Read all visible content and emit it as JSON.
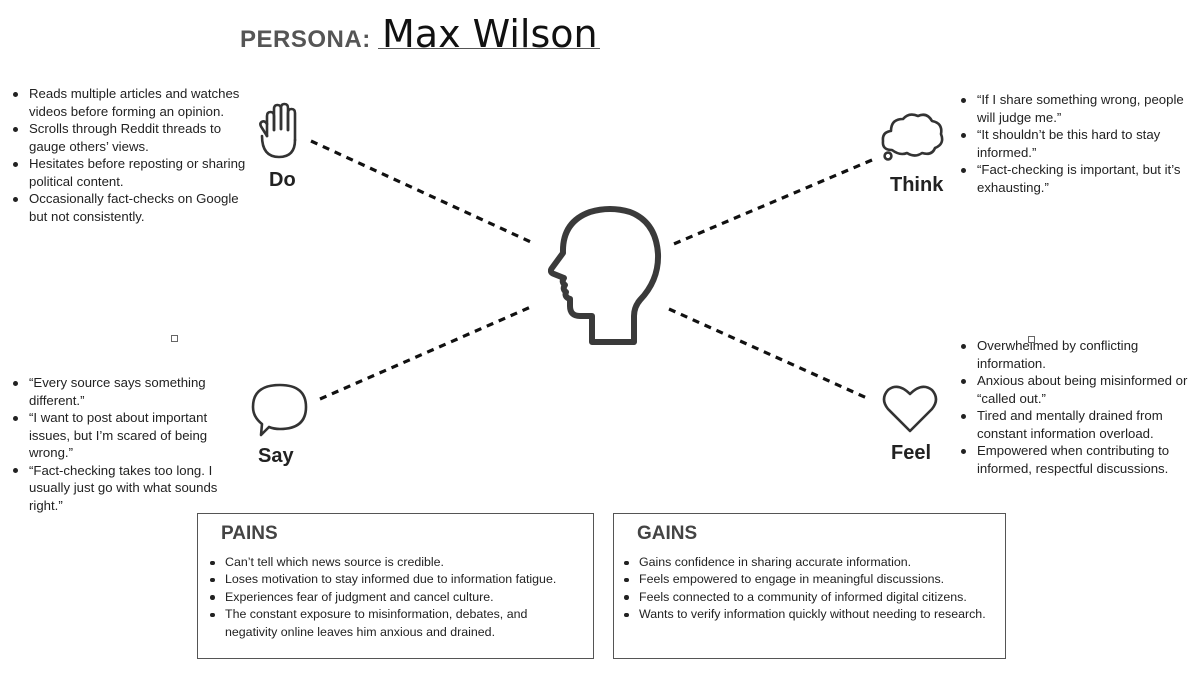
{
  "persona": {
    "label": "PERSONA:",
    "name": "Max Wilson"
  },
  "icons": {
    "center": "head-profile-icon",
    "do": "hand-icon",
    "think": "thought-cloud-icon",
    "say": "speech-bubble-icon",
    "feel": "heart-icon"
  },
  "do": {
    "label": "Do",
    "items": [
      "Reads multiple articles and watches videos before forming an opinion.",
      "Scrolls through Reddit threads to gauge others’ views.",
      "Hesitates before reposting or sharing political content.",
      "Occasionally fact-checks on Google but not consistently."
    ]
  },
  "think": {
    "label": "Think",
    "items": [
      "“If I share something wrong, people will judge me.”",
      "“It shouldn’t be this hard to stay informed.”",
      "“Fact-checking is important, but it’s exhausting.”"
    ]
  },
  "say": {
    "label": "Say",
    "items": [
      "“Every source says something different.”",
      "“I want to post about important issues, but I’m scared of being wrong.”",
      "“Fact-checking takes too long. I usually just go with what sounds right.”"
    ]
  },
  "feel": {
    "label": "Feel",
    "items": [
      "Overwhelmed by conflicting information.",
      "Anxious about being misinformed or “called out.”",
      "Tired and mentally drained from constant information overload.",
      "Empowered when contributing to informed, respectful discussions."
    ]
  },
  "pains": {
    "title": "PAINS",
    "items": [
      "Can’t tell which news source is credible.",
      "Loses motivation to stay informed due to information fatigue.",
      "Experiences fear of judgment and cancel culture.",
      "The constant exposure to misinformation, debates, and negativity online leaves him anxious and drained."
    ]
  },
  "gains": {
    "title": "GAINS",
    "items": [
      "Gains confidence in sharing accurate information.",
      "Feels empowered to engage in meaningful discussions.",
      "Feels connected to a community of informed digital citizens.",
      "Wants to verify information quickly without needing to research."
    ]
  }
}
